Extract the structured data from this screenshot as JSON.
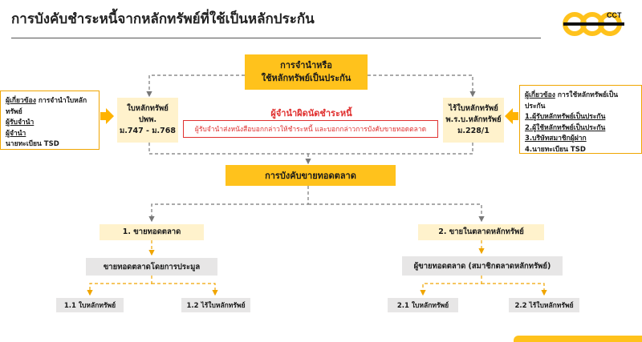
{
  "title": "การบังคับชำระหนี้จากหลักทรัพย์ที่ใช้เป็นหลักประกัน",
  "logo_text": "CCT",
  "top_box": {
    "line1": "การจำนำหรือ",
    "line2": "ใช้หลักทรัพย์เป็นประกัน"
  },
  "left_info": {
    "heading_u": "ผู้เกี่ยวข้อง",
    "heading_rest": " การจำนำใบหลักทรัพย์",
    "items": [
      "ผู้รับจำนำ",
      "ผู้จำนำ",
      "นายทะเบียน TSD"
    ]
  },
  "right_info": {
    "heading_u": "ผู้เกี่ยวข้อง",
    "heading_rest": " การใช้หลักทรัพย์เป็นประกัน",
    "items": [
      "1.ผู้รับหลักทรัพย์เป็นประกัน",
      "2.ผู้ใช้หลักทรัพย์เป็นประกัน",
      "3.บริษัทสมาชิกผู้ฝาก",
      "4.นายทะเบียน TSD"
    ]
  },
  "left_box": {
    "line1": "ใบหลักทรัพย์",
    "line2": "ปพพ.",
    "line3": "ม.747 - ม.768"
  },
  "right_box": {
    "line1": "ไร้ใบหลักทรัพย์",
    "line2": "พ.ร.บ.หลักทรัพย์",
    "line3": "ม.228/1"
  },
  "default_title": "ผู้จำนำผิดนัดชำระหนี้",
  "default_text": "ผู้รับจำนำส่งหนังสือบอกกล่าวให้ชำระหนี้ และบอกกล่าวการบังคับขายทอดตลาด",
  "auction_box": "การบังคับขายทอดตลาด",
  "branch1": "1. ขายทอดตลาด",
  "branch2": "2. ขายในตลาดหลักทรัพย์",
  "sub1": "ขายทอดตลาดโดยการประมูล",
  "sub2": "ผู้ขายทอดตลาด (สมาชิกตลาดหลักทรัพย์)",
  "leaves": [
    "1.1 ใบหลักทรัพย์",
    "1.2 ไร้ใบหลักทรัพย์",
    "2.1 ใบหลักทรัพย์",
    "2.2 ไร้ใบหลักทรัพย์"
  ],
  "colors": {
    "accent": "#ffc21c",
    "cream": "#fff2cc",
    "grey": "#e7e6e6",
    "alert": "#e0302f",
    "connector": "#777777"
  }
}
